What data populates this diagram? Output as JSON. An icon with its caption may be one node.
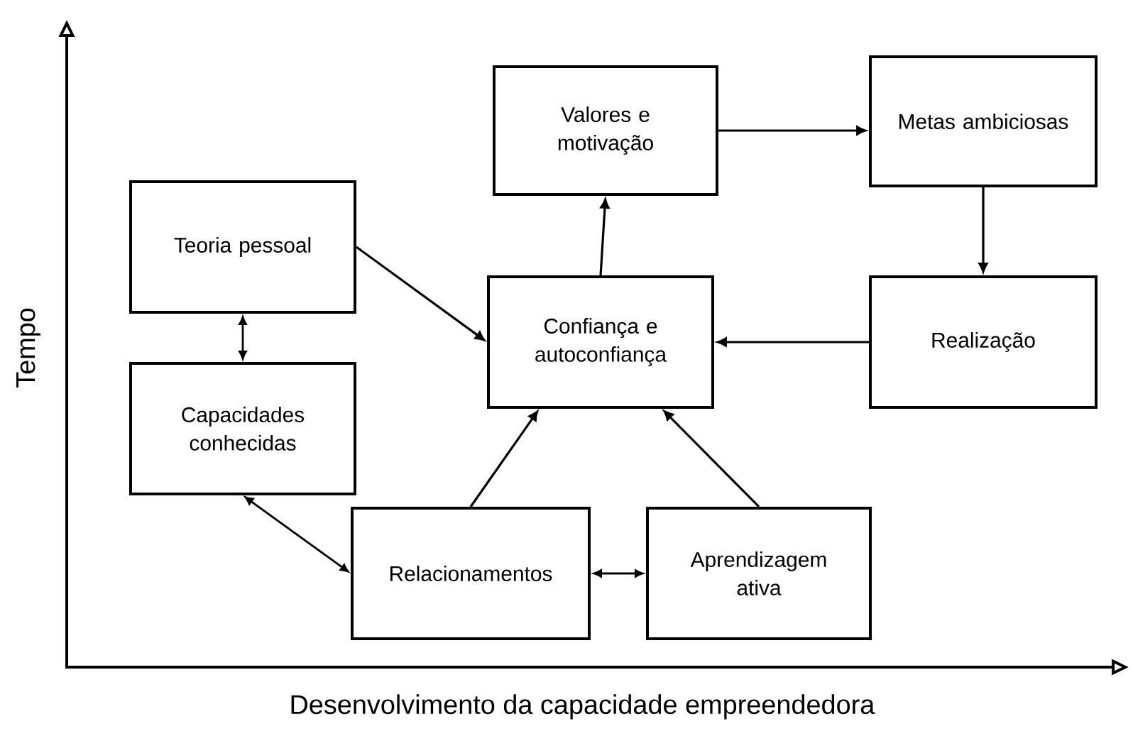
{
  "diagram": {
    "nodes": [
      {
        "text": [
          "Valores e motivação"
        ]
      },
      {
        "text": [
          "Metas ambiciosas"
        ]
      },
      {
        "text": [
          "Teoria pessoal"
        ]
      },
      {
        "text": [
          "Confiança e autoconfiança"
        ]
      },
      {
        "text": [
          "Realização"
        ]
      },
      {
        "text": [
          "Capacidades conhecidas"
        ]
      },
      {
        "text": [
          "Relacionamentos"
        ]
      },
      {
        "text": [
          "Aprendizagem ativa"
        ]
      }
    ],
    "edges": [
      {
        "from": 3,
        "to": 0,
        "arrow": "to"
      },
      {
        "from": 0,
        "to": 1,
        "arrow": "to"
      },
      {
        "from": 1,
        "to": 4,
        "arrow": "to"
      },
      {
        "from": 4,
        "to": 3,
        "arrow": "to"
      },
      {
        "from": 2,
        "to": 3,
        "arrow": "to"
      },
      {
        "from": 2,
        "to": 5,
        "arrow": "both"
      },
      {
        "from": 5,
        "to": 6,
        "arrow": "both"
      },
      {
        "from": 6,
        "to": 3,
        "arrow": "to"
      },
      {
        "from": 7,
        "to": 3,
        "arrow": "to"
      },
      {
        "from": 6,
        "to": 7,
        "arrow": "both"
      }
    ],
    "labels": [
      "Tempo",
      "Desenvolvimento da capacidade empreendedora"
    ]
  }
}
